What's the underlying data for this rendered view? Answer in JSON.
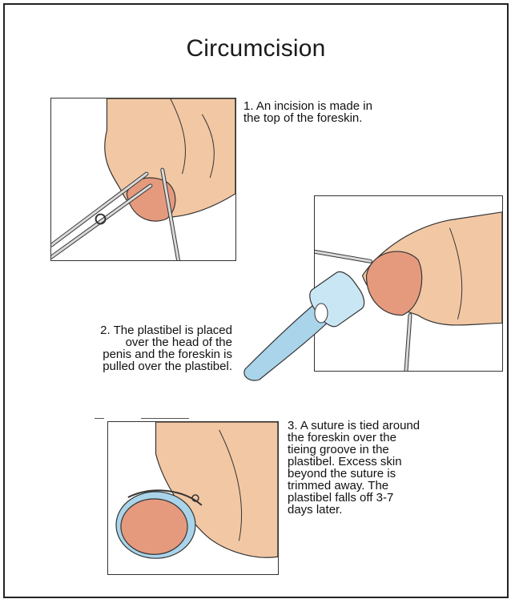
{
  "title": "Circumcision",
  "steps": [
    {
      "number": "1.",
      "lines": [
        "1. An incision is made in",
        "the top of the foreskin."
      ]
    },
    {
      "number": "2.",
      "lines": [
        "2. The plastibel is placed",
        "over the head of the",
        "penis and the foreskin is",
        "pulled over the plastibel."
      ]
    },
    {
      "number": "3.",
      "lines": [
        "3. A suture is tied around",
        "the foreskin over the",
        "tieing groove in the",
        "plastibel.  Excess skin",
        "beyond the suture is",
        "trimmed away. The",
        "plastibel falls off 3-7",
        "days later."
      ]
    }
  ],
  "colors": {
    "skin": "#f2c7a4",
    "skin_shadow": "#e2a886",
    "glans": "#e59a7e",
    "instrument": "#d9d9d9",
    "plastibel": "#a9d4ea",
    "outline": "#333333"
  }
}
